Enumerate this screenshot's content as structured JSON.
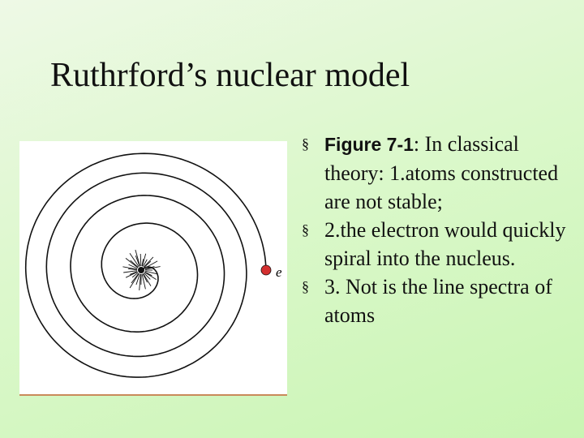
{
  "slide": {
    "title": "Ruthrford’s nuclear model"
  },
  "figure": {
    "electron_label": "e",
    "electron_color": "#d32f2f"
  },
  "bullets": [
    {
      "marker": "§",
      "lead": "Figure 7-1",
      "text": ": In classical theory: 1.atoms constructed are not stable;"
    },
    {
      "marker": "§",
      "lead": "",
      "text": "2.the electron would quickly spiral into the nucleus."
    },
    {
      "marker": "§",
      "lead": "",
      "text": "3. Not is the line spectra of atoms"
    }
  ]
}
